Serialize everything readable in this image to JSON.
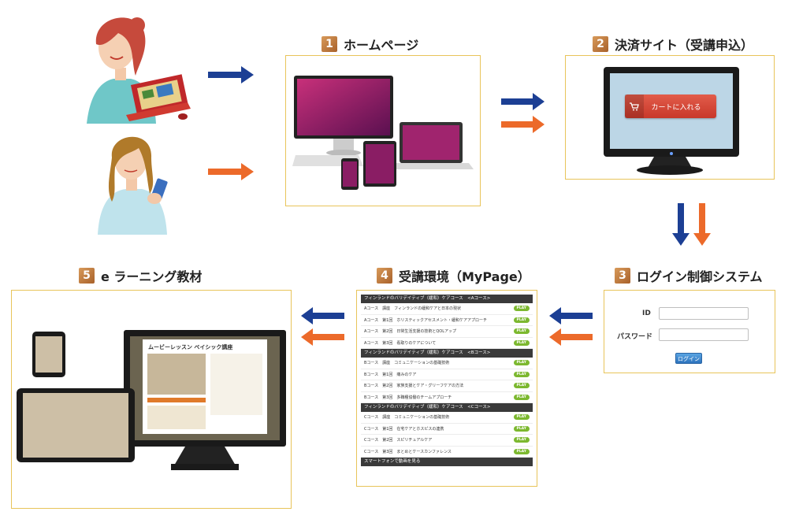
{
  "steps": [
    {
      "num": "1",
      "title": "ホームページ"
    },
    {
      "num": "2",
      "title": "決済サイト（受講申込）"
    },
    {
      "num": "3",
      "title": "ログイン制御システム"
    },
    {
      "num": "4",
      "title": "受講環境（MyPage）"
    },
    {
      "num": "5",
      "title": "e ラーニング教材"
    }
  ],
  "payment": {
    "cart_label": "カートに入れる"
  },
  "login": {
    "id_label": "ID",
    "password_label": "パスワード",
    "button_label": "ログイン"
  },
  "mypage": {
    "play_label": "PLAY",
    "sections": [
      {
        "header": "フィンランドのバリデイティブ（緩和）ケアコース　<Aコース>",
        "rows": [
          "Aコース　講座　フィンランドの緩和ケアと日本の現状",
          "Aコース　第1回　ホリスティックアセスメント・緩和ケアアプローチ",
          "Aコース　第2回　日常生活支援の技術とQOLアップ",
          "Aコース　第3回　看取りのケアについて"
        ]
      },
      {
        "header": "フィンランドのバリデイティブ（緩和）ケアコース　<Bコース>",
        "rows": [
          "Bコース　講座　コミュニケーションの基礎技術",
          "Bコース　第1回　痛みのケア",
          "Bコース　第2回　家族支援とケア・グリーフケアの方法",
          "Bコース　第3回　多職種協働のチームアプローチ"
        ]
      },
      {
        "header": "フィンランドのバリデイティブ（緩和）ケアコース　<Cコース>",
        "rows": [
          "Cコース　講座　コミュニケーションの基礎技術",
          "Cコース　第1回　在宅ケアとホスピスの連携",
          "Cコース　第2回　スピリチュアルケア",
          "Cコース　第3回　まとめとケースカンファレンス"
        ]
      }
    ],
    "footer": "スマートフォンで動画を見る"
  },
  "elearning": {
    "lesson_title": "ムービーレッスン ベイシック講座"
  },
  "colors": {
    "blue_arrow": "#1c3f94",
    "orange_arrow": "#ec6a2a",
    "panel_border": "#e8c45a",
    "cart_red": "#d9473a"
  }
}
